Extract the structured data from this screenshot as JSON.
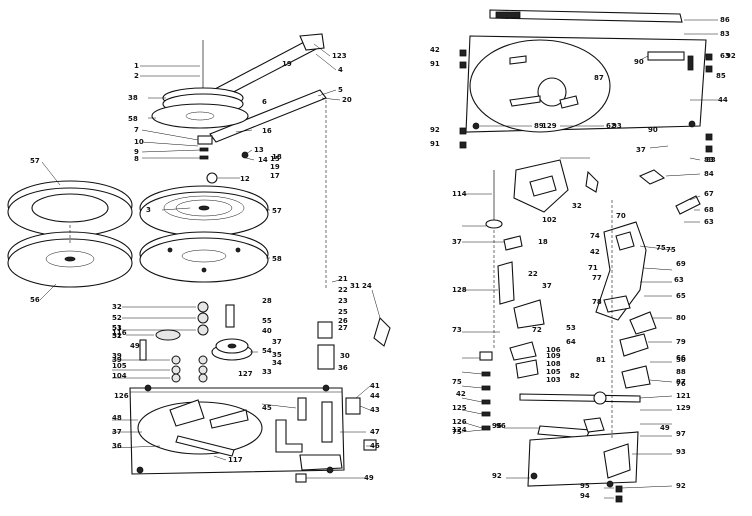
{
  "diagram": {
    "left_labels": [
      "1",
      "2",
      "123",
      "4",
      "5",
      "20",
      "19",
      "38",
      "58",
      "6",
      "7",
      "16",
      "10",
      "13",
      "9",
      "14",
      "15",
      "8",
      "18",
      "19",
      "17",
      "12",
      "3",
      "57",
      "57",
      "56",
      "58",
      "21",
      "22",
      "23",
      "24",
      "31",
      "32",
      "52",
      "53",
      "52",
      "31",
      "39",
      "25",
      "26",
      "30",
      "116",
      "51",
      "27",
      "55",
      "36",
      "35",
      "40",
      "54",
      "34",
      "37",
      "33",
      "28",
      "39",
      "105",
      "104",
      "127",
      "126",
      "45",
      "41",
      "44",
      "43",
      "48",
      "37",
      "36",
      "47",
      "117",
      "49",
      "46",
      "49"
    ],
    "right_labels": [
      "86",
      "83",
      "42",
      "91",
      "92",
      "87",
      "90",
      "85",
      "44",
      "92",
      "91",
      "90",
      "93",
      "89",
      "62",
      "129",
      "37",
      "63",
      "83",
      "84",
      "32",
      "102",
      "67",
      "68",
      "63",
      "83",
      "114",
      "70",
      "74",
      "75",
      "37",
      "18",
      "42",
      "69",
      "71",
      "75",
      "77",
      "22",
      "63",
      "37",
      "128",
      "65",
      "78",
      "80",
      "73",
      "72",
      "53",
      "79",
      "50",
      "81",
      "109",
      "108",
      "105",
      "103",
      "64",
      "66",
      "87",
      "88",
      "82",
      "106",
      "75",
      "76",
      "42",
      "121",
      "129",
      "125",
      "126",
      "124",
      "75",
      "96",
      "97",
      "93",
      "95",
      "92",
      "92",
      "94",
      "96",
      "49"
    ]
  }
}
